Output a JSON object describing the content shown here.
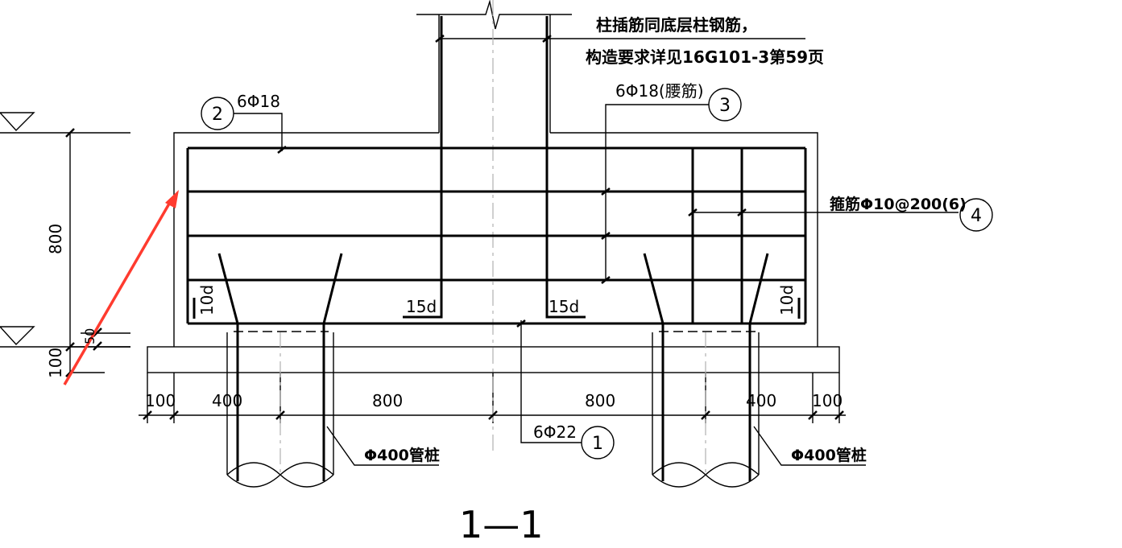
{
  "notes": {
    "column_dowel_line1": "柱插筋同底层柱钢筋，",
    "column_dowel_line2": "构造要求详见16G101-3第59页",
    "top_bar": "6Φ18",
    "waist_bar": "6Φ18(腰筋)",
    "stirrup": "箍筋Φ10@200(6)",
    "bottom_bar": "6Φ22",
    "pile_left": "Φ400管桩",
    "pile_right": "Φ400管桩"
  },
  "markers": {
    "m1": "1",
    "m2": "2",
    "m3": "3",
    "m4": "4"
  },
  "dimensions": {
    "height": "800",
    "cushion": "100",
    "small_left": "50",
    "bottom_left_100": "100",
    "left_400": "400",
    "left_800": "800",
    "right_800": "800",
    "right_400": "400",
    "right_100": "100",
    "anchor_left_10d": "10d",
    "anchor_right_10d": "10d",
    "anchor_15d_left": "15d",
    "anchor_15d_right": "15d"
  },
  "section_title": "1—1",
  "colors": {
    "line": "#000000",
    "centerline": "#b0b0b0",
    "arrow": "#ff3b2f"
  }
}
